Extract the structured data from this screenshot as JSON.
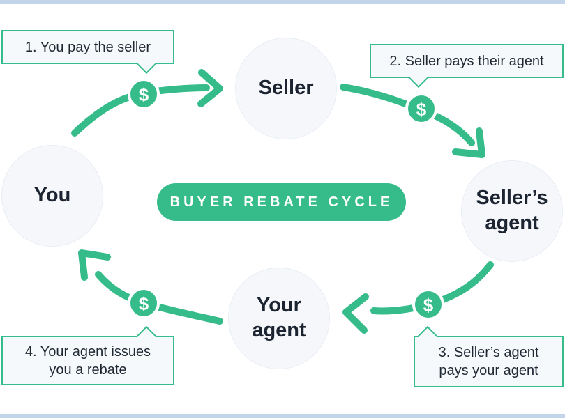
{
  "badge": {
    "label": "BUYER REBATE CYCLE"
  },
  "nodes": {
    "you": {
      "label": "You"
    },
    "seller": {
      "label": "Seller"
    },
    "sellers_agent": {
      "line1": "Seller’s",
      "line2": "agent"
    },
    "your_agent": {
      "line1": "Your",
      "line2": "agent"
    }
  },
  "callouts": {
    "step1": {
      "text": "1. You pay the seller"
    },
    "step2": {
      "text": "2. Seller pays their agent"
    },
    "step3": {
      "line1": "3. Seller’s agent",
      "line2": "pays your agent"
    },
    "step4": {
      "line1": "4. Your agent issues",
      "line2": "you a rebate"
    }
  },
  "money": {
    "symbol": "$"
  },
  "colors": {
    "accent_green": "#36BC8B",
    "node_fill": "#F5F7FB",
    "callout_fill": "#F6F9FC",
    "bar_blue": "#C3D5EB",
    "text_dark": "#1B2430"
  }
}
